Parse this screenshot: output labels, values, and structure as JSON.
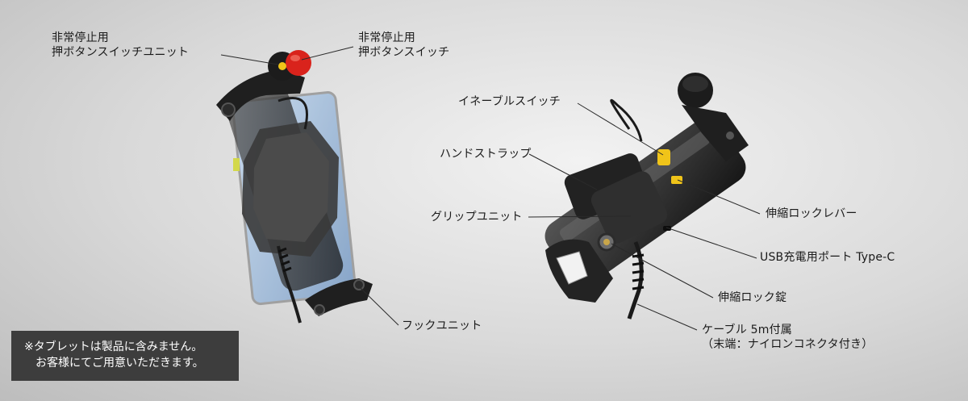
{
  "labels": {
    "estop_unit_line1": "非常停止用",
    "estop_unit_line2": "押ボタンスイッチユニット",
    "estop_switch_line1": "非常停止用",
    "estop_switch_line2": "押ボタンスイッチ",
    "enable_switch": "イネーブルスイッチ",
    "hand_strap": "ハンドストラップ",
    "grip_unit": "グリップユニット",
    "telescopic_lever": "伸縮ロックレバー",
    "usb_port": "USB充電用ポート Type-C",
    "telescopic_lock": "伸縮ロック錠",
    "hook_unit": "フックユニット",
    "cable_line1": "ケーブル 5m付属",
    "cable_line2": "（末端：ナイロンコネクタ付き）"
  },
  "note": {
    "line1": "※タブレットは製品に含みません。",
    "line2": "お客様にてご用意いただきます。"
  },
  "colors": {
    "estop_red": "#d9231c",
    "estop_yellow": "#f0c419",
    "tablet_blue": "#8fb0d4",
    "device_dark": "#2a2a2a",
    "note_bg": "#3d3d3d"
  }
}
